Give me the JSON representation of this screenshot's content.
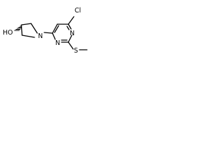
{
  "molecule": {
    "atom_labels": {
      "chlorine": "Cl",
      "n_pyrrolidine": "N",
      "n_ring_upper": "N",
      "n_ring_lower": "N",
      "sulfur": "S",
      "hydroxyl": "HO"
    },
    "stereo_bond": "hashed-wedge",
    "colors": {
      "bond": "#000000",
      "label": "#000000",
      "background": "#ffffff"
    }
  }
}
